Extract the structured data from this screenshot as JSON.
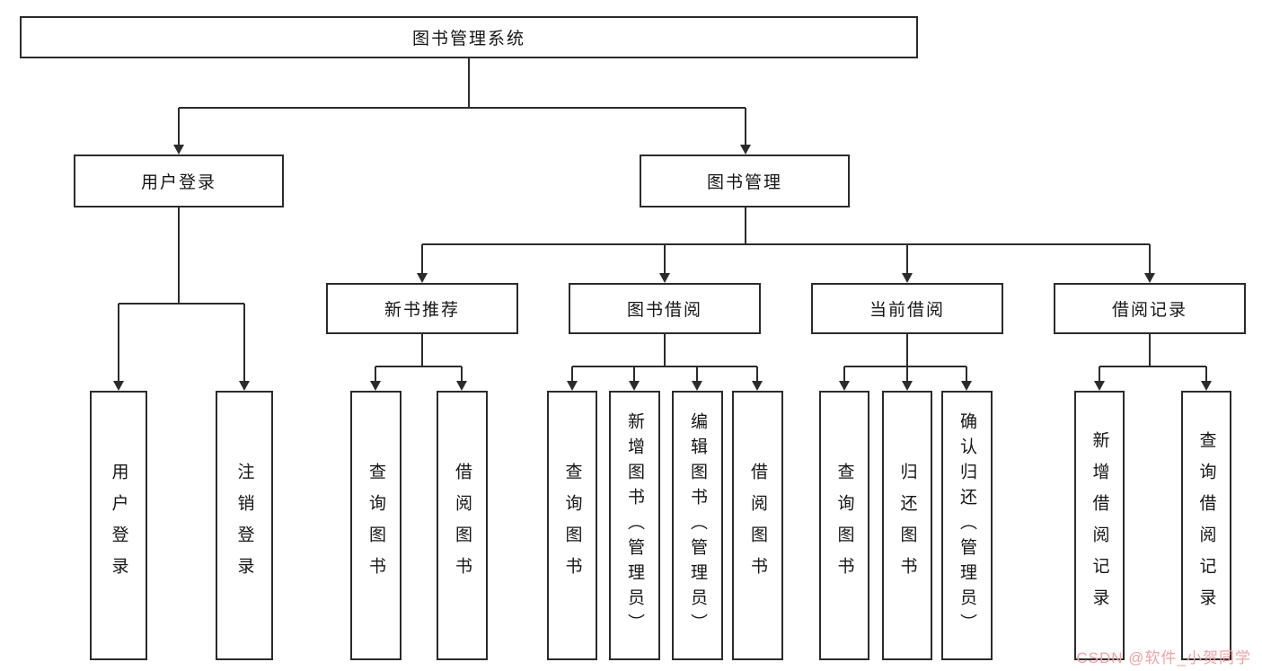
{
  "root": {
    "label": "图书管理系统"
  },
  "user_login": {
    "label": "用户登录",
    "leaves": [
      {
        "label": "用户登录"
      },
      {
        "label": "注销登录"
      }
    ]
  },
  "book_mgmt": {
    "label": "图书管理",
    "groups": [
      {
        "label": "新书推荐",
        "leaves": [
          {
            "label": "查询图书"
          },
          {
            "label": "借阅图书"
          }
        ]
      },
      {
        "label": "图书借阅",
        "leaves": [
          {
            "label": "查询图书"
          },
          {
            "label": "新增图书（管理员）"
          },
          {
            "label": "编辑图书（管理员）"
          },
          {
            "label": "借阅图书"
          }
        ]
      },
      {
        "label": "当前借阅",
        "leaves": [
          {
            "label": "查询图书"
          },
          {
            "label": "归还图书"
          },
          {
            "label": "确认归还（管理员）"
          }
        ]
      },
      {
        "label": "借阅记录",
        "leaves": [
          {
            "label": "新增借阅记录"
          },
          {
            "label": "查询借阅记录"
          }
        ]
      }
    ]
  },
  "watermark": "CSDN @软件_小贺同学",
  "colors": {
    "line": "#2b2b2b",
    "border": "#2b2b2b",
    "watermark": "#f2a2a2"
  }
}
